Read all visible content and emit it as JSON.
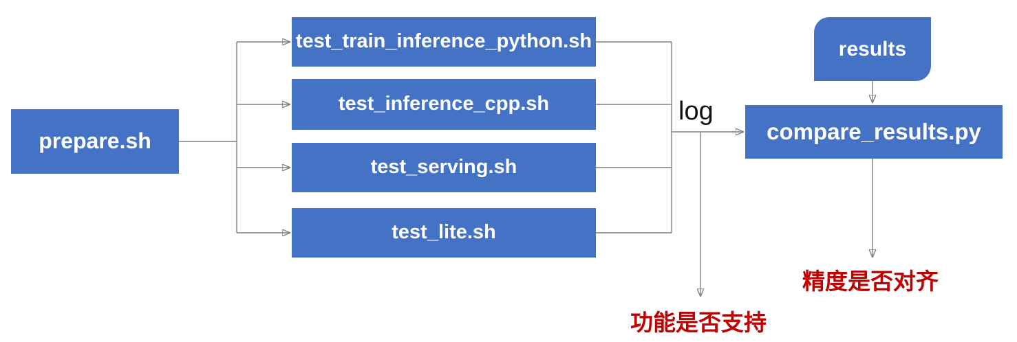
{
  "diagram": {
    "title": "test pipeline flowchart",
    "nodes": {
      "prepare": {
        "label": "prepare.sh"
      },
      "results": {
        "label": "results"
      },
      "compare": {
        "label": "compare_results.py"
      }
    },
    "test_scripts": [
      {
        "label": "test_train_inference_python.sh"
      },
      {
        "label": "test_inference_cpp.sh"
      },
      {
        "label": "test_serving.sh"
      },
      {
        "label": "test_lite.sh"
      }
    ],
    "edge_labels": {
      "log": "log"
    },
    "annotations": {
      "function_support": "功能是否支持",
      "precision_align": "精度是否对齐"
    },
    "edges": [
      {
        "from": "prepare.sh",
        "to": "test_train_inference_python.sh",
        "arrow": true
      },
      {
        "from": "prepare.sh",
        "to": "test_inference_cpp.sh",
        "arrow": true
      },
      {
        "from": "prepare.sh",
        "to": "test_serving.sh",
        "arrow": true
      },
      {
        "from": "prepare.sh",
        "to": "test_lite.sh",
        "arrow": true
      },
      {
        "from": "test scripts",
        "to": "compare_results.py",
        "label": "log",
        "arrow": true
      },
      {
        "from": "test scripts log",
        "to": "功能是否支持",
        "arrow": true
      },
      {
        "from": "results",
        "to": "compare_results.py",
        "arrow": true
      },
      {
        "from": "compare_results.py",
        "to": "精度是否对齐",
        "arrow": true
      }
    ],
    "colors": {
      "node_fill": "#4472c4",
      "node_text": "#ffffff",
      "connector": "#7f7f7f",
      "annotation_red": "#c00000",
      "edge_label_text": "#111111",
      "background": "#ffffff"
    }
  }
}
